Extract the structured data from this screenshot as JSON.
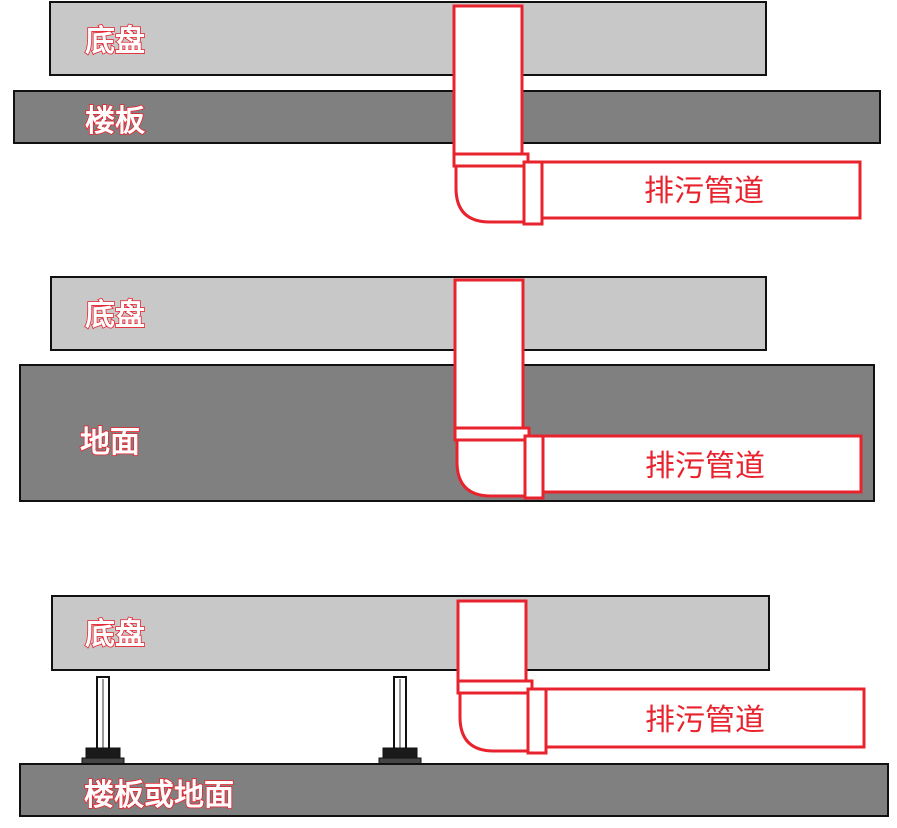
{
  "labels": {
    "chassis": "底盘",
    "floor_slab": "楼板",
    "ground": "地面",
    "floor_or_ground": "楼板或地面",
    "drain_pipe": "排污管道"
  },
  "colors": {
    "chassis_fill": "#c8c8c8",
    "slab_fill": "#808080",
    "pipe_stroke": "#e8232e",
    "outline": "#111111",
    "background": "#ffffff"
  }
}
